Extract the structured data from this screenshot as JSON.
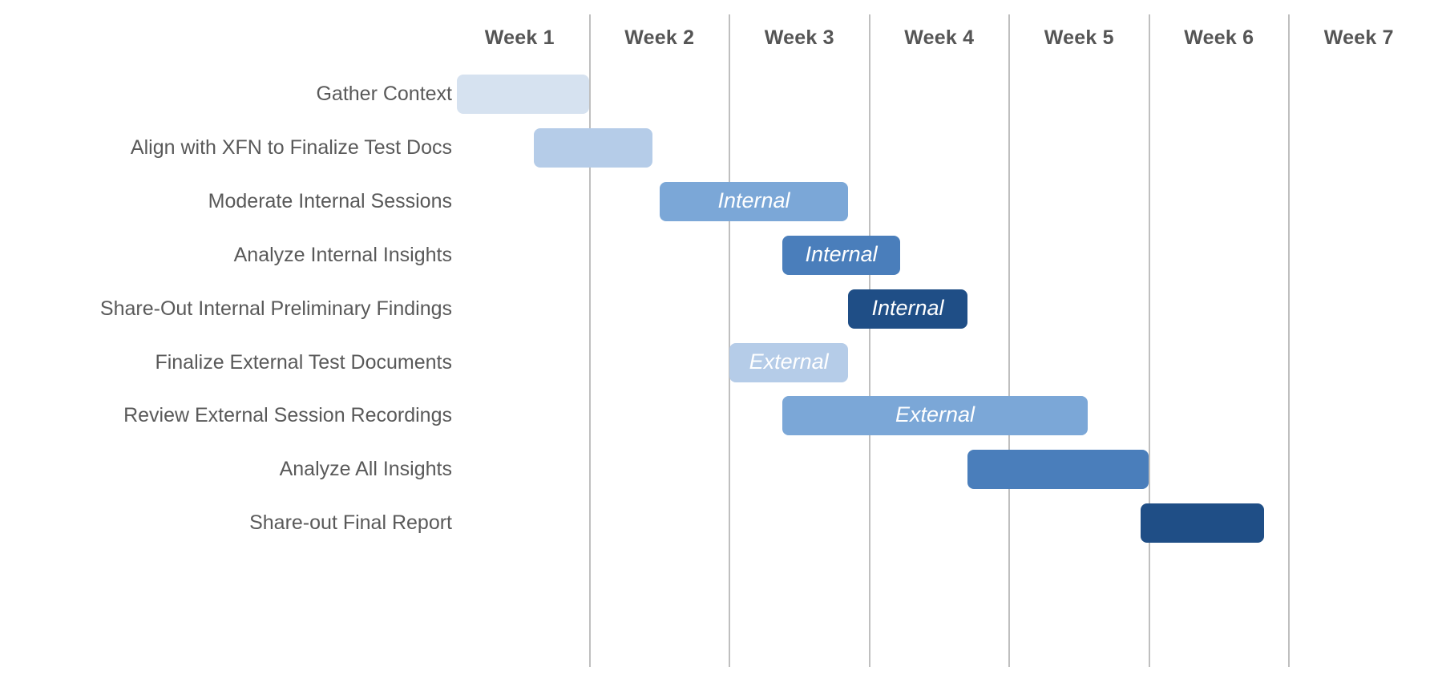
{
  "chart_data": {
    "type": "bar",
    "title": "",
    "subtitle": "",
    "xlabel": "",
    "ylabel": "",
    "orientation": "horizontal",
    "chart_kind": "gantt",
    "grid": true,
    "legend_position": "none",
    "x_axis": {
      "tick_labels": [
        "Week 1",
        "Week 2",
        "Week 3",
        "Week 4",
        "Week 5",
        "Week 6",
        "Week 7"
      ],
      "unit": "week",
      "range": [
        0,
        7
      ],
      "gridlines_at": [
        1,
        2,
        3,
        4,
        5,
        6
      ]
    },
    "categories": [
      "Gather Context",
      "Align with XFN to Finalize Test Docs",
      "Moderate Internal Sessions",
      "Analyze Internal Insights",
      "Share-Out Internal Preliminary Findings",
      "Finalize External Test Documents",
      "Review External Session Recordings",
      "Analyze All Insights",
      "Share-out Final Report"
    ],
    "tasks": [
      {
        "task": "Gather Context",
        "bar_label": "",
        "start_week": 0.05,
        "end_week": 1.0,
        "duration_weeks": 0.95,
        "color": "#d6e2f0",
        "phase": ""
      },
      {
        "task": "Align with XFN to Finalize Test Docs",
        "bar_label": "",
        "start_week": 0.6,
        "end_week": 1.45,
        "duration_weeks": 0.85,
        "color": "#b5cce8",
        "phase": ""
      },
      {
        "task": "Moderate Internal Sessions",
        "bar_label": "Internal",
        "start_week": 1.5,
        "end_week": 2.85,
        "duration_weeks": 1.35,
        "color": "#7ba7d7",
        "phase": "Internal"
      },
      {
        "task": "Analyze Internal Insights",
        "bar_label": "Internal",
        "start_week": 2.38,
        "end_week": 3.22,
        "duration_weeks": 0.84,
        "color": "#4a7ebb",
        "phase": "Internal"
      },
      {
        "task": "Share-Out Internal Preliminary Findings",
        "bar_label": "Internal",
        "start_week": 2.85,
        "end_week": 3.7,
        "duration_weeks": 0.85,
        "color": "#1f4e86",
        "phase": "Internal"
      },
      {
        "task": "Finalize External Test Documents",
        "bar_label": "External",
        "start_week": 2.0,
        "end_week": 2.85,
        "duration_weeks": 0.85,
        "color": "#b5cce8",
        "phase": "External"
      },
      {
        "task": "Review External Session Recordings",
        "bar_label": "External",
        "start_week": 2.38,
        "end_week": 4.56,
        "duration_weeks": 2.18,
        "color": "#7ba7d7",
        "phase": "External"
      },
      {
        "task": "Analyze All Insights",
        "bar_label": "",
        "start_week": 3.7,
        "end_week": 5.0,
        "duration_weeks": 1.3,
        "color": "#4a7ebb",
        "phase": ""
      },
      {
        "task": "Share-out Final Report",
        "bar_label": "",
        "start_week": 4.94,
        "end_week": 5.82,
        "duration_weeks": 0.88,
        "color": "#1f4e86",
        "phase": ""
      }
    ],
    "colors": {
      "lightest_blue": "#d6e2f0",
      "light_blue": "#b5cce8",
      "medium_blue": "#7ba7d7",
      "dark_blue": "#4a7ebb",
      "darkest_blue": "#1f4e86",
      "gridline": "#bfbfbf",
      "label_text": "#595959",
      "header_text": "#555555",
      "background": "#ffffff",
      "bar_text": "#ffffff"
    }
  }
}
